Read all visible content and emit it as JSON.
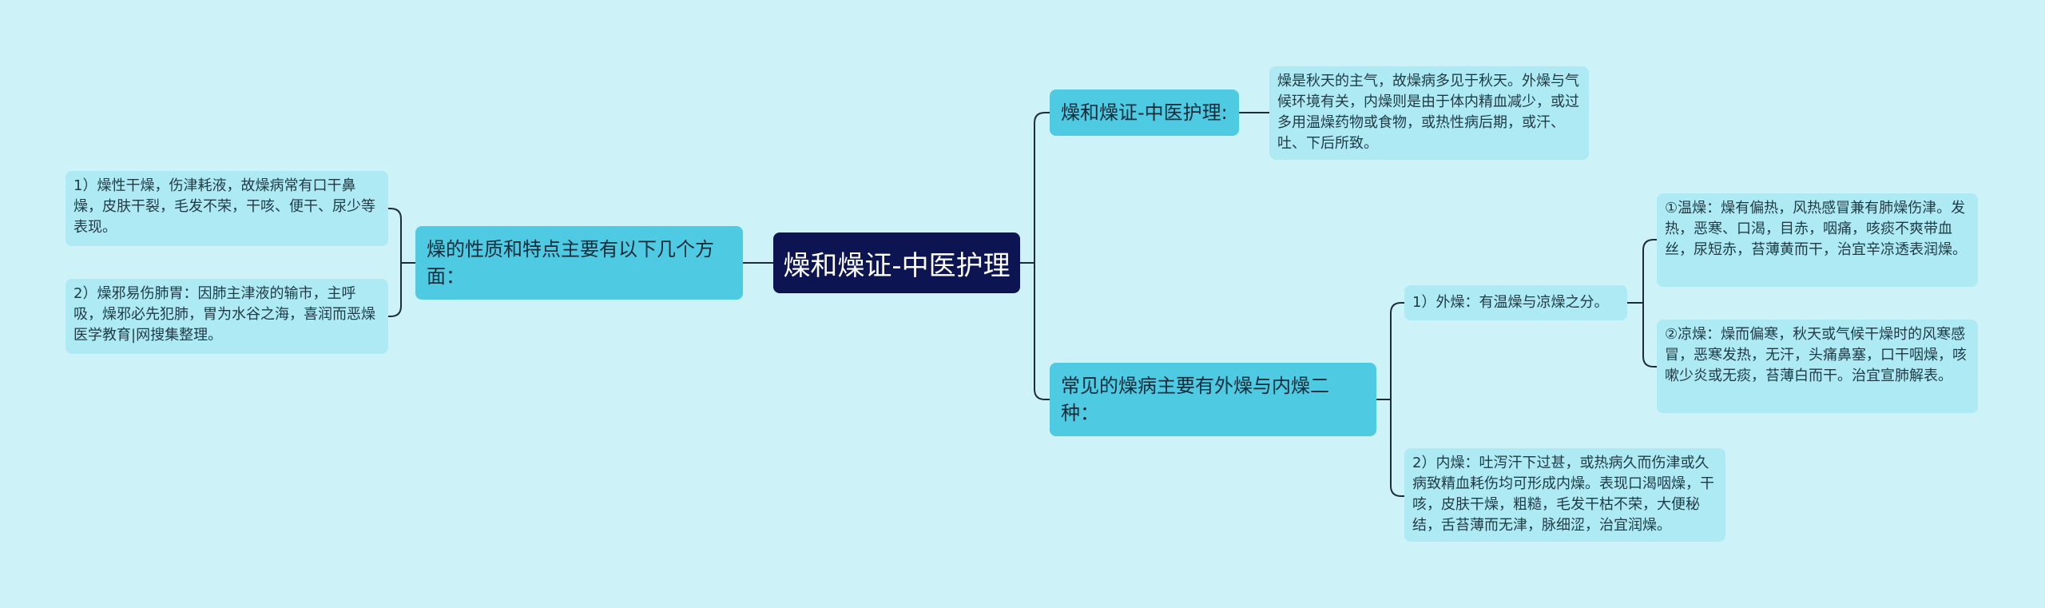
{
  "root": {
    "label": "燥和燥证-中医护理"
  },
  "left": {
    "branch": {
      "label": "燥的性质和特点主要有以下几个方面："
    },
    "leaves": [
      {
        "text": "1）燥性干燥，伤津耗液，故燥病常有口干鼻燥，皮肤干裂，毛发不荣，干咳、便干、尿少等表现。"
      },
      {
        "text": "2）燥邪易伤肺胃：因肺主津液的输市，主呼吸，燥邪必先犯肺，胃为水谷之海，喜润而恶燥医学教育|网搜集整理。"
      }
    ]
  },
  "right_top": {
    "branch": {
      "label": "燥和燥证-中医护理:"
    },
    "leaf": {
      "text": "燥是秋天的主气，故燥病多见于秋天。外燥与气候环境有关，内燥则是由于体内精血减少，或过多用温燥药物或食物，或热性病后期，或汗、吐、下后所致。"
    }
  },
  "right_bottom": {
    "branch": {
      "label": "常见的燥病主要有外燥与内燥二种："
    },
    "outer": {
      "label": "1）外燥：有温燥与凉燥之分。",
      "children": [
        {
          "text": "①温燥：燥有偏热，风热感冒兼有肺燥伤津。发热，恶寒、口渴，目赤，咽痛，咳痰不爽带血丝，尿短赤，苔薄黄而干，治宜辛凉透表润燥。"
        },
        {
          "text": "②凉燥：燥而偏寒，秋天或气候干燥时的风寒感冒，恶寒发热，无汗，头痛鼻塞，口干咽燥，咳嗽少炎或无痰，苔薄白而干。治宜宣肺解表。"
        }
      ]
    },
    "inner": {
      "text": "2）内燥：吐泻汗下过甚，或热病久而伤津或久病致精血耗伤均可形成内燥。表现口渴咽燥，干咳，皮肤干燥，粗糙，毛发干枯不荣，大便秘结，舌苔薄而无津，脉细涩，治宜润燥。"
    }
  },
  "colors": {
    "background": "#cdf2f8",
    "root": "#0d1452",
    "branch": "#4ecbe2",
    "leaf": "#aeeaf4",
    "line": "#1e2b38"
  }
}
